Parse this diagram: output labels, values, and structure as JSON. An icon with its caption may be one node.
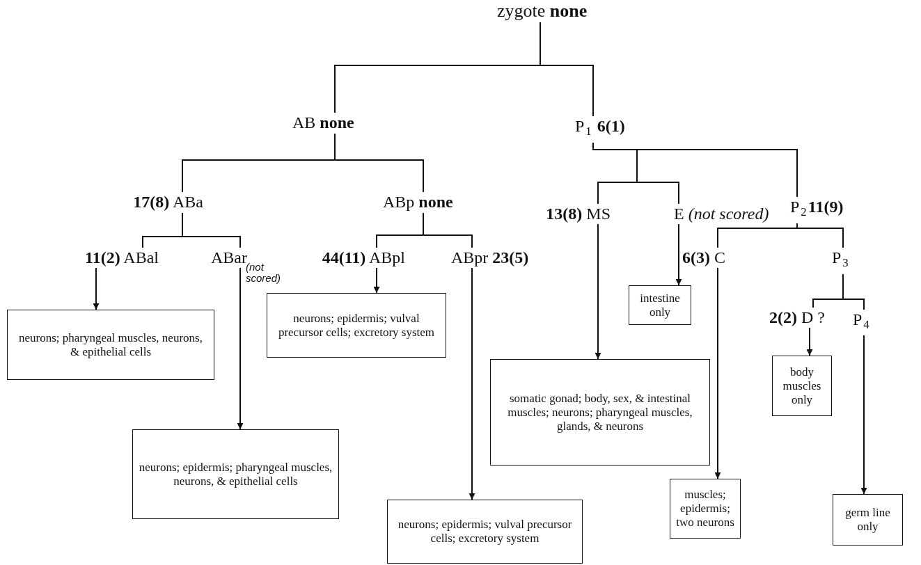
{
  "diagram": {
    "nodes": [
      {
        "text": [
          "zygote **none**"
        ]
      },
      {
        "text": [
          "AB **none**"
        ]
      },
      {
        "text": [
          "P$_{1}$ **6(1)**"
        ]
      },
      {
        "text": [
          "**17(8)** ABa"
        ]
      },
      {
        "text": [
          "ABp **none**"
        ]
      },
      {
        "text": [
          "**13(8)** MS"
        ]
      },
      {
        "text": [
          "E *(not scored)*"
        ]
      },
      {
        "text": [
          "P$_{2}$**11(9)**"
        ]
      },
      {
        "text": [
          "**11(2)** ABal"
        ]
      },
      {
        "text": [
          "ABar"
        ],
        "beside": [
          "(not scored)"
        ]
      },
      {
        "text": [
          "**44(11)** ABpl"
        ]
      },
      {
        "text": [
          "ABpr **23(5)**"
        ]
      },
      {
        "text": [
          "**6(3)** C"
        ]
      },
      {
        "text": [
          "P$_{3}$"
        ]
      },
      {
        "text": [
          "**2(2)** D ?"
        ]
      },
      {
        "text": [
          "P$_{4}$"
        ]
      },
      {
        "text": [
          "neurons; pharyngeal muscles, neurons, & epithelial cells"
        ]
      },
      {
        "text": [
          "neurons; epidermis; vulval precursor cells; excretory system"
        ]
      },
      {
        "text": [
          "intestine only"
        ]
      },
      {
        "text": [
          "somatic gonad; body, sex, & intestinal muscles; neurons; pharyngeal muscles, glands, & neurons"
        ]
      },
      {
        "text": [
          "body muscles only"
        ]
      },
      {
        "text": [
          "neurons; epidermis; pharyngeal muscles, neurons, & epithelial cells"
        ]
      },
      {
        "text": [
          "muscles; epidermis; two neurons"
        ]
      },
      {
        "text": [
          "neurons; epidermis; vulval precursor cells; excretory system"
        ]
      },
      {
        "text": [
          "germ line only"
        ]
      }
    ],
    "edges": [
      {
        "from": 0,
        "to": 1,
        "arrow": "none"
      },
      {
        "from": 0,
        "to": 2,
        "arrow": "none"
      },
      {
        "from": 1,
        "to": 3,
        "arrow": "none"
      },
      {
        "from": 1,
        "to": 4,
        "arrow": "none"
      },
      {
        "from": 2,
        "to": 5,
        "arrow": "none"
      },
      {
        "from": 2,
        "to": 6,
        "arrow": "none"
      },
      {
        "from": 2,
        "to": 7,
        "arrow": "none"
      },
      {
        "from": 3,
        "to": 8,
        "arrow": "none"
      },
      {
        "from": 3,
        "to": 9,
        "arrow": "none"
      },
      {
        "from": 4,
        "to": 10,
        "arrow": "none"
      },
      {
        "from": 4,
        "to": 11,
        "arrow": "none"
      },
      {
        "from": 7,
        "to": 12,
        "arrow": "none"
      },
      {
        "from": 7,
        "to": 13,
        "arrow": "none"
      },
      {
        "from": 13,
        "to": 14,
        "arrow": "none"
      },
      {
        "from": 13,
        "to": 15,
        "arrow": "none"
      },
      {
        "from": 8,
        "to": 16,
        "arrow": "to"
      },
      {
        "from": 9,
        "to": 21,
        "arrow": "to"
      },
      {
        "from": 10,
        "to": 17,
        "arrow": "to"
      },
      {
        "from": 11,
        "to": 23,
        "arrow": "to"
      },
      {
        "from": 5,
        "to": 19,
        "arrow": "to"
      },
      {
        "from": 6,
        "to": 18,
        "arrow": "to"
      },
      {
        "from": 12,
        "to": 22,
        "arrow": "to"
      },
      {
        "from": 14,
        "to": 20,
        "arrow": "to"
      },
      {
        "from": 15,
        "to": 24,
        "arrow": "to"
      }
    ]
  }
}
